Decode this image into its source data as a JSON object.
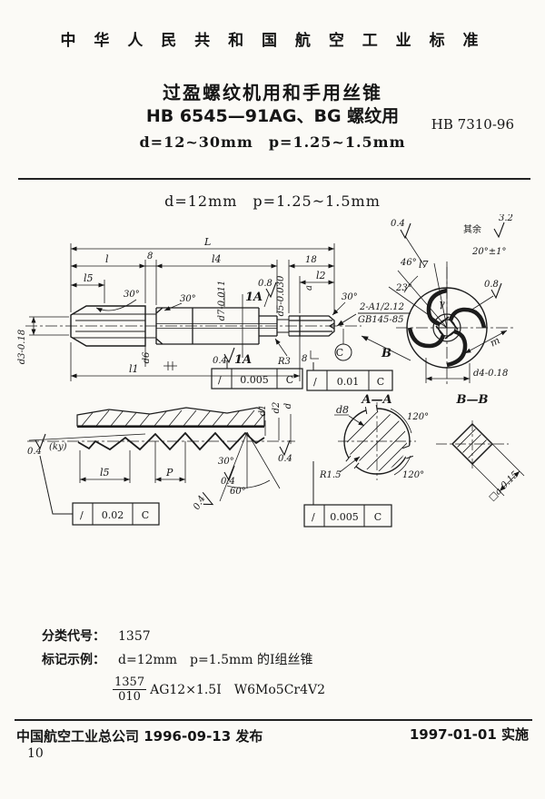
{
  "header": {
    "standard_org": "中 华 人 民 共 和 国 航 空 工 业 标 准",
    "title_line1": "过盈螺纹机用和手用丝锥",
    "title_line2": "HB 6545—91AG、BG 螺纹用",
    "title_line3": "d=12~30mm　p=1.25~1.5mm",
    "standard_no": "HB 7310-96"
  },
  "drawing": {
    "subtitle": "d=12mm　p=1.25~1.5mm",
    "labels": {
      "L": "L",
      "l": "l",
      "n8": "8",
      "l4": "l4",
      "n18": "18",
      "l2": "l2",
      "a": "a",
      "l5": "l5",
      "l1": "l1",
      "d3": "d3-0.18",
      "d6": "d6",
      "d7": "d7-0.011",
      "d5": "d5-0.030",
      "deg30a": "30°",
      "deg30b": "30°",
      "deg30c": "30°",
      "secA_top": "1A",
      "secA_bot": "1A",
      "f04_secA": "0.4",
      "f08_step": "0.8",
      "r3": "R3",
      "ch_top": "2-A1/2.12",
      "ch_bot": "GB145-85",
      "datum_c": "C",
      "n8_sq": "8",
      "b_arrow": "B",
      "ev_deg20": "20°±1°",
      "ev_deg46": "46°",
      "ev_l7": "l7",
      "ev_deg23": "23°",
      "ev_gamma": "γ",
      "ev_f08": "0.8",
      "ev_m": "m",
      "ev_d4": "d4-0.18",
      "ev_f04": "0.4",
      "ev_rest": "其余",
      "ev_f32": "3.2",
      "td_ky": "(ky)",
      "td_f04a": "0.4",
      "td_l5": "l5",
      "td_p": "P",
      "td_deg30": "30°",
      "td_f04b": "0.4",
      "td_deg60": "60°",
      "td_f04c": "0.4",
      "td_d1": "d1",
      "td_d2": "d2",
      "td_d": "d",
      "td_f04d": "0.4",
      "aa_title": "A—A",
      "aa_d8": "d8",
      "aa_deg120a": "120°",
      "aa_deg120b": "120°",
      "aa_r15": "R1.5",
      "bb_title": "B—B",
      "bb_sq": "□a-0.15"
    },
    "frames": [
      {
        "s": "/",
        "v": "0.005",
        "d": "C"
      },
      {
        "s": "/",
        "v": "0.01",
        "d": "C"
      },
      {
        "s": "/",
        "v": "0.02",
        "d": "C"
      },
      {
        "s": "/",
        "v": "0.005",
        "d": "C"
      }
    ]
  },
  "notes": {
    "class_label": "分类代号：",
    "class_value": "1357",
    "example_label": "标记示例：",
    "example_value": "d=12mm　p=1.5mm 的Ⅰ组丝锥",
    "code_num": "1357",
    "code_den": "010",
    "code_rest": "AG12×1.5Ⅰ　W6Mo5Cr4V2"
  },
  "footer": {
    "publisher": "中国航空工业总公司 1996-09-13 发布",
    "effective": "1997-01-01 实施",
    "page_number": "10"
  }
}
